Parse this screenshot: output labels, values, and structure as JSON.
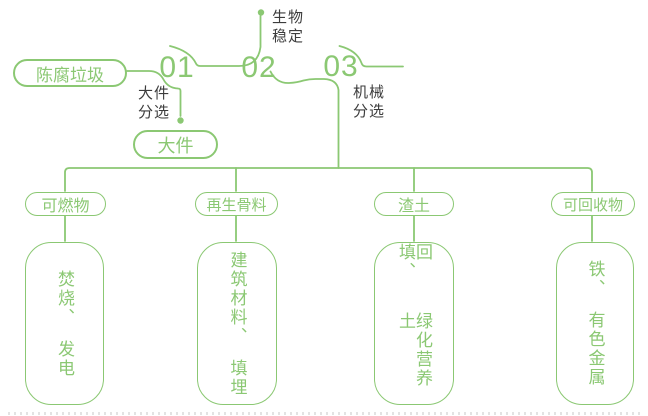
{
  "colors": {
    "green": "#8BC873",
    "dark": "#3C3C3C"
  },
  "flow": {
    "source": "陈腐垃圾",
    "steps": [
      {
        "number": "01",
        "label_lines": [
          "大件",
          "分选"
        ]
      },
      {
        "number": "02",
        "label_lines": [
          "生物",
          "稳定"
        ]
      },
      {
        "number": "03",
        "label_lines": [
          "机械",
          "分选"
        ]
      }
    ],
    "bulky": "大件"
  },
  "branches": [
    {
      "category": "可燃物",
      "outputs": [
        "焚烧、",
        "发电"
      ]
    },
    {
      "category": "再生骨料",
      "outputs": [
        "建筑材料、",
        "填埋"
      ]
    },
    {
      "category": "渣土",
      "outputs": [
        "回填、",
        "绿化营养土"
      ]
    },
    {
      "category": "可回收物",
      "outputs": [
        "铁、",
        "有色金属"
      ]
    }
  ]
}
